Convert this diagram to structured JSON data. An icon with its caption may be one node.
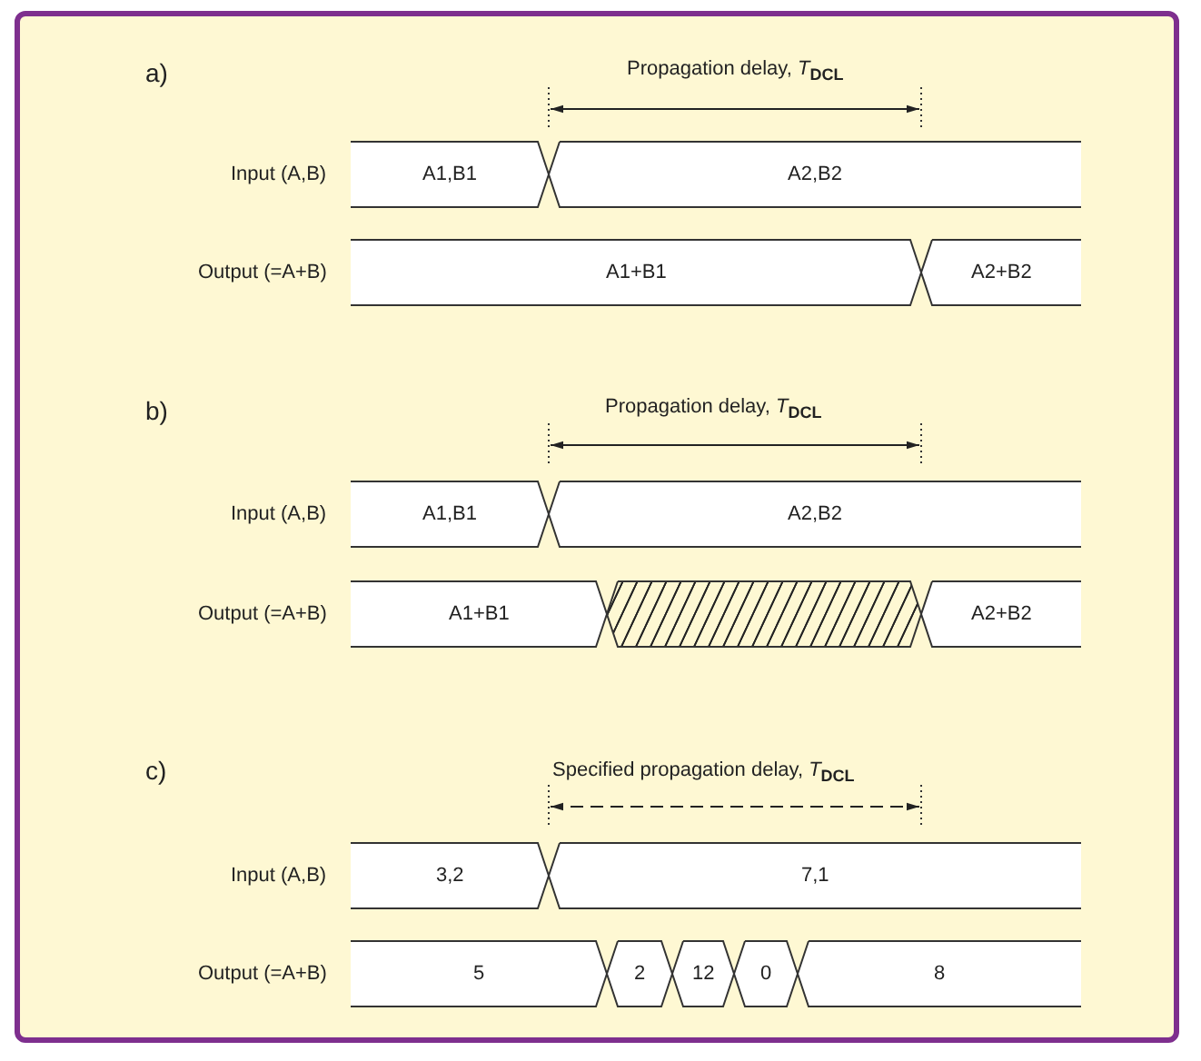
{
  "diagram": {
    "labels": [
      "a)",
      "Propagation delay, *T*$_{DCL}$",
      "Input (A,B)",
      "A1,B1",
      "A2,B2",
      "Output (=A+B)",
      "A1+B1",
      "A2+B2",
      "b)",
      "Propagation delay, *T*$_{DCL}$",
      "Input (A,B)",
      "A1,B1",
      "A2,B2",
      "Output (=A+B)",
      "A1+B1",
      "A2+B2",
      "c)",
      "Specified propagation delay, *T*$_{DCL}$",
      "Input (A,B)",
      "3,2",
      "7,1",
      "Output (=A+B)",
      "5",
      "2",
      "12",
      "0",
      "8"
    ]
  }
}
